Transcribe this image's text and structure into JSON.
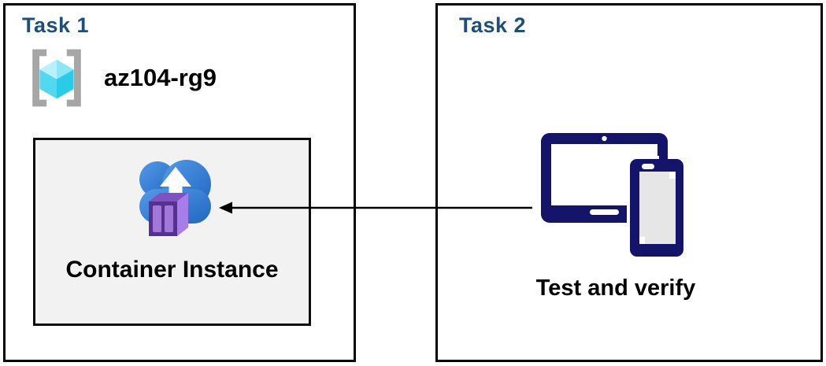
{
  "task1": {
    "title": "Task 1",
    "resource_group": {
      "name": "az104-rg9",
      "icon": "resource-group-icon"
    },
    "container_instance": {
      "label": "Container Instance",
      "icon": "container-instance-icon"
    }
  },
  "task2": {
    "title": "Task 2",
    "devices": {
      "label": "Test and verify",
      "icon": "devices-icon"
    }
  },
  "arrow": {
    "from": "devices",
    "to": "container-instance",
    "direction": "right-to-left"
  },
  "colors": {
    "task_title": "#1F4E79",
    "outer_border": "#000000",
    "inner_box_fill": "#F2F2F2",
    "inner_box_border": "#0D0D0D",
    "text": "#000000",
    "bracket_gray": "#A6A6A6",
    "cube_cyan_light": "#B9F0FA",
    "cube_cyan_mid": "#8CE6F5",
    "cube_cyan": "#53D9EF",
    "cube_cyan_dark": "#28CBE8",
    "cloud_blue_light": "#559AE8",
    "cloud_blue_dark": "#1F67C0",
    "container_purple_frame": "#563191",
    "container_purple_panel": "#A178DA",
    "container_purple_top": "#7E52C2",
    "container_purple_side": "#A97CE9",
    "device_navy": "#14146B",
    "arrow_color": "#000000"
  }
}
